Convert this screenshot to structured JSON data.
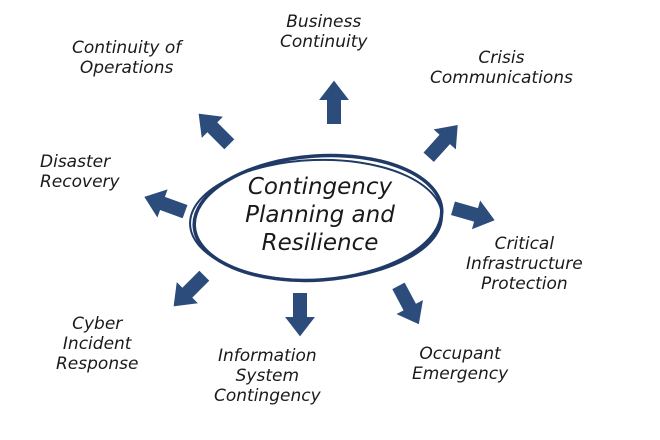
{
  "center": {
    "lines": [
      "Contingency",
      "Planning and",
      "Resilience"
    ]
  },
  "nodes": {
    "continuity_of_operations": [
      "Continuity of",
      "Operations"
    ],
    "business_continuity": [
      "Business",
      "Continuity"
    ],
    "crisis_communications": [
      "Crisis",
      "Communications"
    ],
    "disaster_recovery": [
      "Disaster",
      "Recovery"
    ],
    "critical_infrastructure_protection": [
      "Critical",
      "Infrastructure",
      "Protection"
    ],
    "cyber_incident_response": [
      "Cyber",
      "Incident",
      "Response"
    ],
    "information_system_contingency": [
      "Information",
      "System",
      "Contingency"
    ],
    "occupant_emergency": [
      "Occupant",
      "Emergency"
    ]
  },
  "colors": {
    "arrow": "#2c4d7c",
    "ellipse": "#1f3a66",
    "text": "#1a1a1a"
  }
}
